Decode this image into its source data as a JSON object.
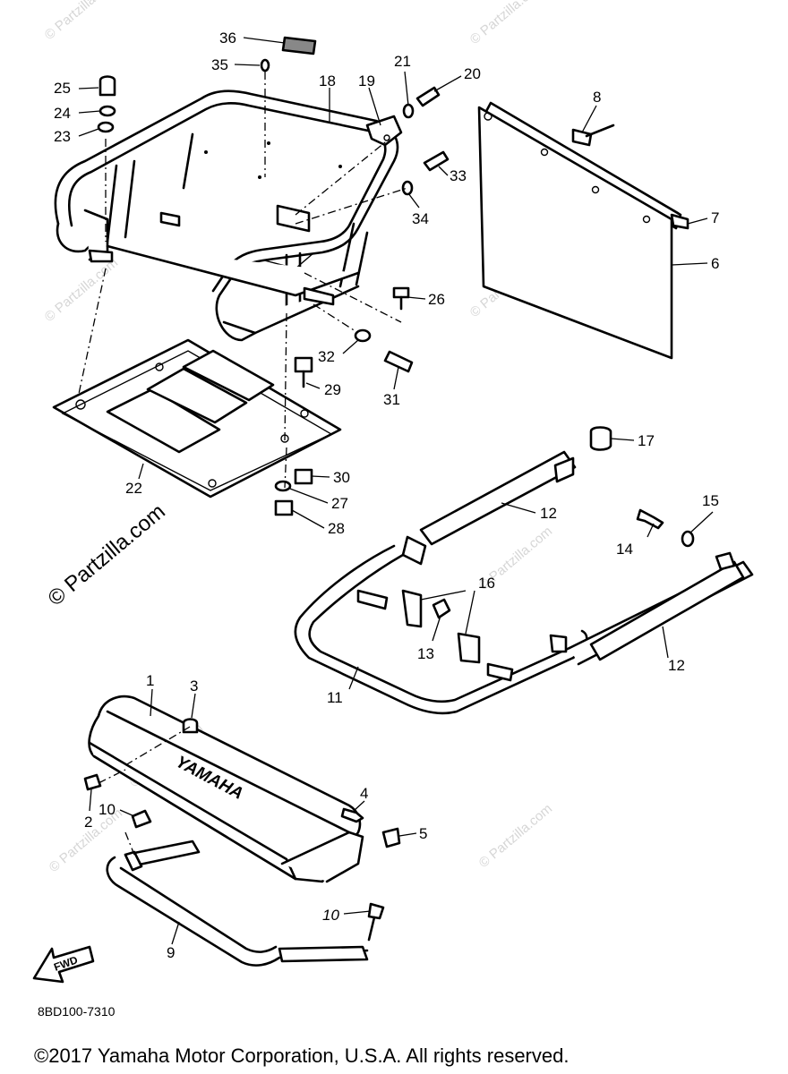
{
  "callouts": {
    "c1": "1",
    "c2": "2",
    "c3": "3",
    "c4": "4",
    "c5": "5",
    "c6": "6",
    "c7": "7",
    "c8": "8",
    "c9": "9",
    "c10a": "10",
    "c10b": "10",
    "c11": "11",
    "c12a": "12",
    "c12b": "12",
    "c13": "13",
    "c14": "14",
    "c15": "15",
    "c16": "16",
    "c17": "17",
    "c18": "18",
    "c19": "19",
    "c20": "20",
    "c21": "21",
    "c22": "22",
    "c23": "23",
    "c24": "24",
    "c25": "25",
    "c26": "26",
    "c27": "27",
    "c28": "28",
    "c29": "29",
    "c30": "30",
    "c31": "31",
    "c32": "32",
    "c33": "33",
    "c34": "34",
    "c35": "35",
    "c36": "36"
  },
  "bumper_brand": "YAMAHA",
  "fwd_label": "FWD",
  "diagram_code": "8BD100-7310",
  "watermark_main": "© Partzilla.com",
  "watermark_small": "© Partzilla.com",
  "copyright": "©2017  Yamaha Motor Corporation, U.S.A. All rights reserved."
}
